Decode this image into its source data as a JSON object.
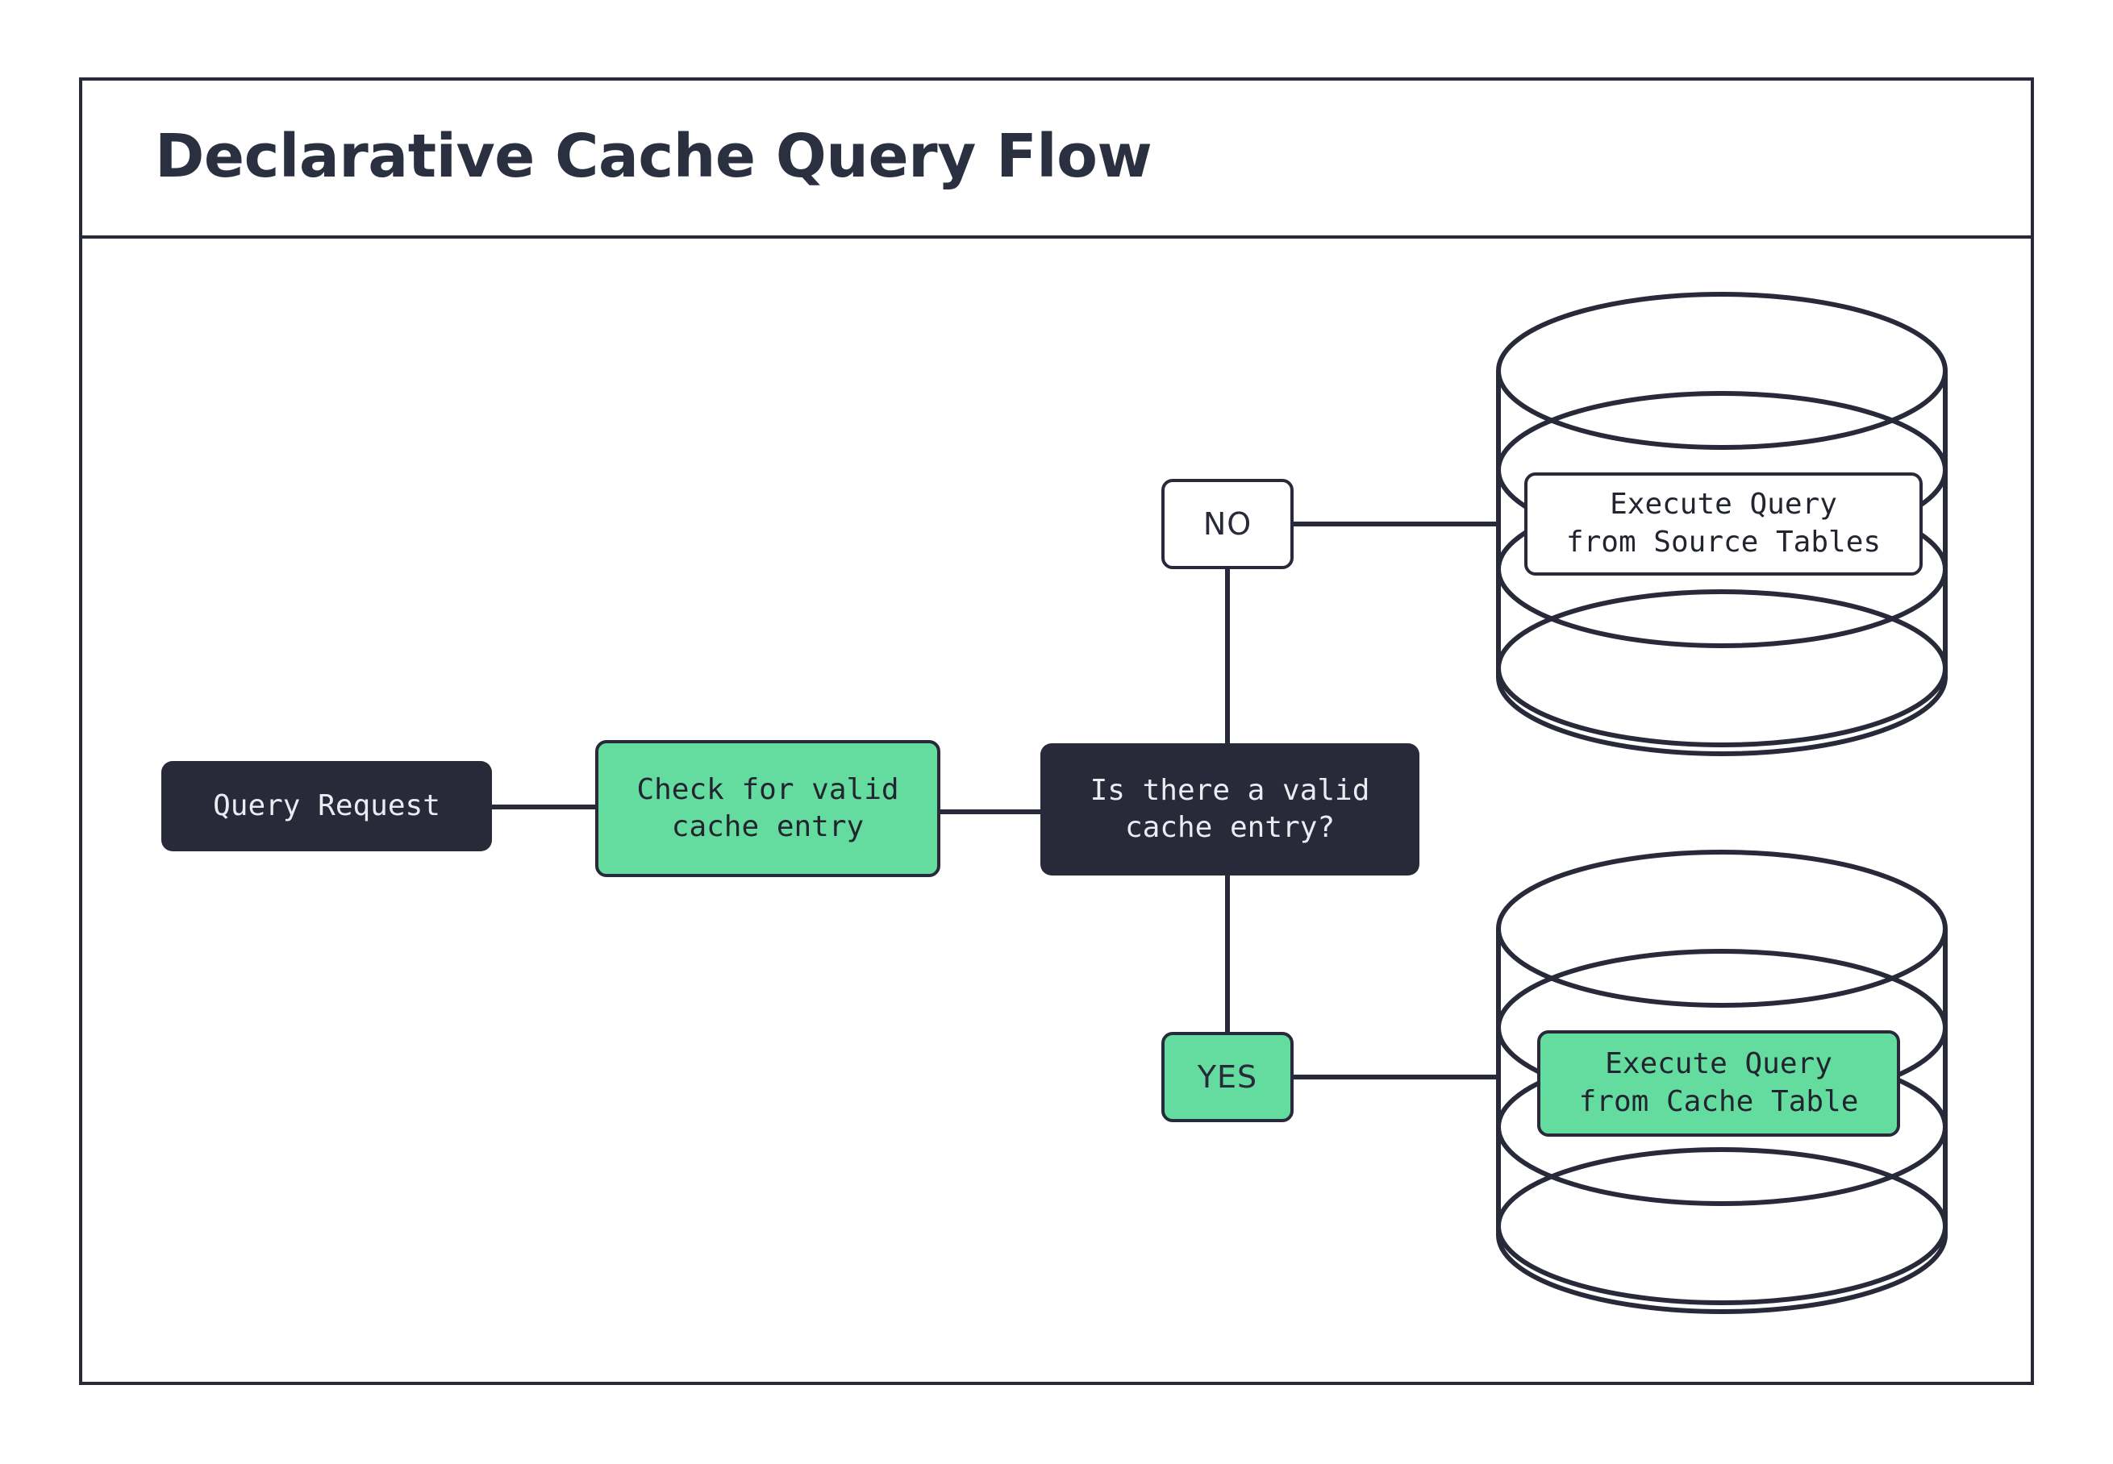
{
  "header": {
    "title": "Declarative Cache Query Flow"
  },
  "colors": {
    "ink": "#282a39",
    "green": "#64dca0",
    "white": "#ffffff",
    "title": "#2b3040"
  },
  "diagram": {
    "type": "flowchart",
    "orientation": "left-to-right",
    "nodes": [
      {
        "id": "query-request",
        "label": "Query Request",
        "shape": "rounded-rect",
        "style": "dark"
      },
      {
        "id": "check-cache",
        "label": "Check for valid\ncache entry",
        "shape": "rounded-rect",
        "style": "green"
      },
      {
        "id": "decision",
        "label": "Is there a valid\ncache entry?",
        "shape": "rounded-rect",
        "style": "dark"
      },
      {
        "id": "branch-no",
        "label": "NO",
        "shape": "rounded-rect",
        "style": "white"
      },
      {
        "id": "branch-yes",
        "label": "YES",
        "shape": "rounded-rect",
        "style": "green"
      },
      {
        "id": "source-db",
        "label": "Execute Query\nfrom Source Tables",
        "shape": "database-cylinder",
        "style": "white"
      },
      {
        "id": "cache-db",
        "label": "Execute Query\nfrom Cache Table",
        "shape": "database-cylinder",
        "style": "green"
      }
    ],
    "edges": [
      {
        "from": "query-request",
        "to": "check-cache"
      },
      {
        "from": "check-cache",
        "to": "decision"
      },
      {
        "from": "decision",
        "to": "branch-no",
        "label": "NO"
      },
      {
        "from": "decision",
        "to": "branch-yes",
        "label": "YES"
      },
      {
        "from": "branch-no",
        "to": "source-db"
      },
      {
        "from": "branch-yes",
        "to": "cache-db"
      }
    ]
  },
  "nodes": {
    "query_request": "Query Request",
    "check_cache": "Check for valid\ncache entry",
    "decision": "Is there a valid\ncache entry?",
    "branch_no": "NO",
    "branch_yes": "YES",
    "source_db": "Execute Query\nfrom Source Tables",
    "cache_db": "Execute Query\nfrom Cache Table"
  }
}
